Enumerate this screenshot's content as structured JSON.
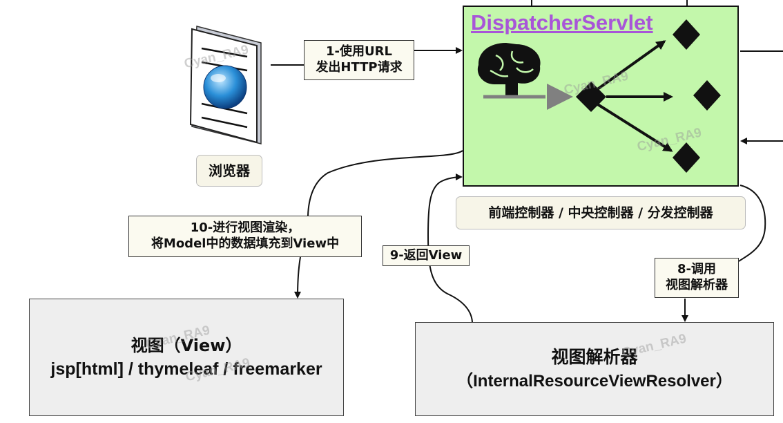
{
  "browser": {
    "label": "浏览器"
  },
  "servlet": {
    "title": "DispatcherServlet",
    "subtitle": "前端控制器 / 中央控制器 / 分发控制器"
  },
  "steps": {
    "step1": {
      "line1": "1-使用URL",
      "line2": "发出HTTP请求"
    },
    "step8": {
      "line1": "8-调用",
      "line2": "视图解析器"
    },
    "step9": {
      "label": "9-返回View"
    },
    "step10": {
      "line1": "10-进行视图渲染，",
      "line2": "将Model中的数据填充到View中"
    }
  },
  "view_box": {
    "line1": "视图（View）",
    "line2": "jsp[html] / thymeleaf / freemarker"
  },
  "resolver_box": {
    "line1": "视图解析器",
    "line2": "（InternalResourceViewResolver）"
  },
  "watermark": "Cyan_RA9",
  "colors": {
    "servlet_fill": "#c3f7ab",
    "title_color": "#a855d8",
    "box_fill": "#eeeeee"
  }
}
